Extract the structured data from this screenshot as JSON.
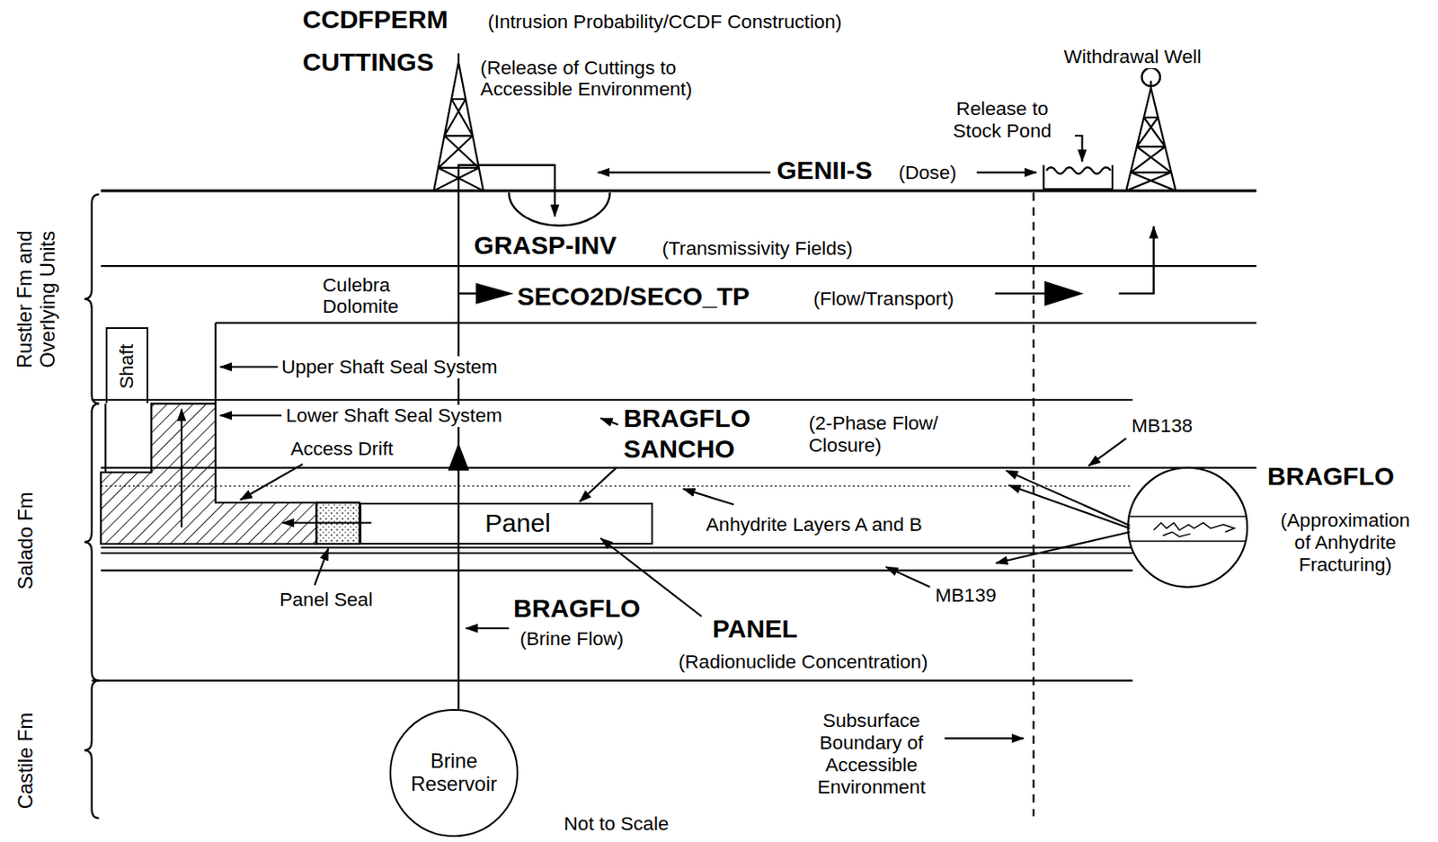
{
  "diagram": {
    "nodes": [
      {
        "text": [
          "Shaft"
        ]
      },
      {
        "text": [
          "Panel"
        ]
      },
      {
        "text": [
          "Brine Reservoir"
        ]
      }
    ],
    "labels": [
      "CCDFPERM",
      "(Intrusion Probability/CCDF Construction)",
      "CUTTINGS",
      "(Release of Cuttings to Accessible Environment)",
      "Withdrawal Well",
      "Release to Stock Pond",
      "GENII-S",
      "(Dose)",
      "GRASP-INV",
      "(Transmissivity Fields)",
      "Rustler Fm and Overlying Units",
      "Culebra Dolomite",
      "SECO2D/SECO_TP",
      "(Flow/Transport)",
      "Upper Shaft Seal System",
      "Lower Shaft Seal System",
      "Access Drift",
      "BRAGFLO",
      "SANCHO",
      "(2-Phase Flow/ Closure)",
      "MB138",
      "Salado Fm",
      "Anhydrite Layers A and B",
      "BRAGFLO",
      "(Approximation of Anhydrite Fracturing)",
      "Panel Seal",
      "BRAGFLO",
      "(Brine Flow)",
      "PANEL",
      "(Radionuclide Concentration)",
      "MB139",
      "Castile Fm",
      "Subsurface Boundary of Accessible Environment",
      "Not to Scale"
    ]
  }
}
